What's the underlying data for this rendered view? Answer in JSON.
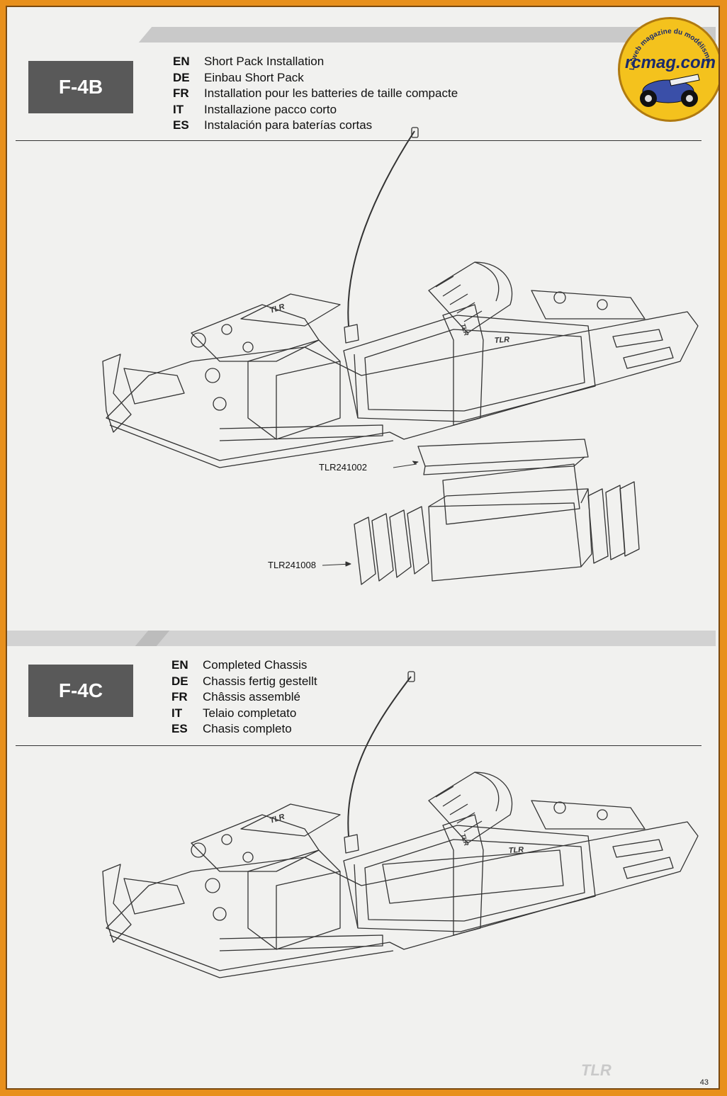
{
  "step_b": {
    "id": "F-4B",
    "lines": [
      {
        "code": "EN",
        "text": "Short Pack Installation"
      },
      {
        "code": "DE",
        "text": "Einbau Short Pack"
      },
      {
        "code": "FR",
        "text": "Installation pour les batteries de taille compacte"
      },
      {
        "code": "IT",
        "text": "Installazione pacco corto"
      },
      {
        "code": "ES",
        "text": "Instalación para baterías cortas"
      }
    ],
    "callouts": [
      "TLR241002",
      "TLR241008"
    ]
  },
  "step_c": {
    "id": "F-4C",
    "lines": [
      {
        "code": "EN",
        "text": "Completed Chassis"
      },
      {
        "code": "DE",
        "text": "Chassis fertig gestellt"
      },
      {
        "code": "FR",
        "text": "Châssis assemblé"
      },
      {
        "code": "IT",
        "text": "Telaio completato"
      },
      {
        "code": "ES",
        "text": "Chasis completo"
      }
    ]
  },
  "brand_mark": "TLR",
  "watermark": {
    "name": "rcmag.com",
    "tagline": "Le web magazine du modélisme"
  },
  "footer": {
    "brand": "TLR",
    "page_number": "43"
  }
}
